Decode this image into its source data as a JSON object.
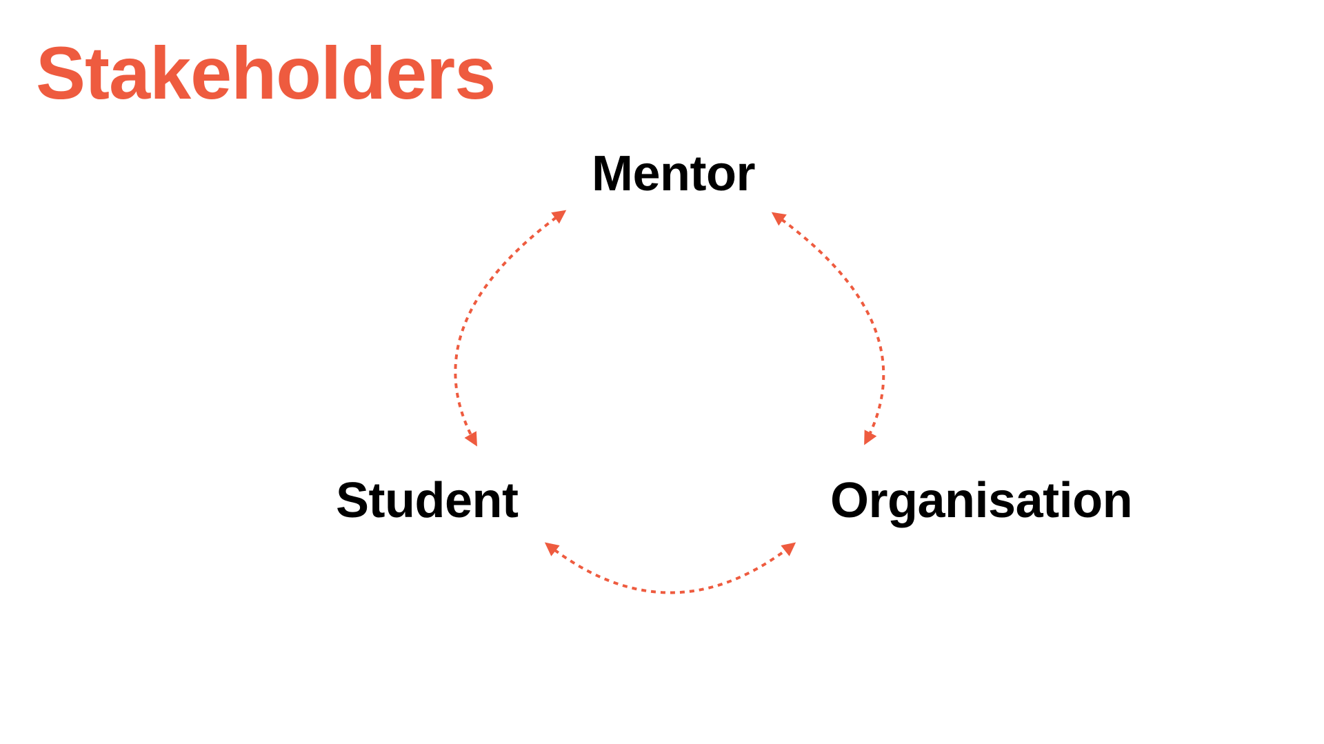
{
  "title": "Stakeholders",
  "nodes": {
    "mentor": "Mentor",
    "student": "Student",
    "organisation": "Organisation"
  },
  "colors": {
    "accent": "#ee5b3f",
    "text": "#000000"
  },
  "connections": [
    {
      "from": "Mentor",
      "to": "Student",
      "style": "dashed-bidirectional"
    },
    {
      "from": "Mentor",
      "to": "Organisation",
      "style": "dashed-bidirectional"
    },
    {
      "from": "Student",
      "to": "Organisation",
      "style": "dashed-bidirectional"
    }
  ]
}
